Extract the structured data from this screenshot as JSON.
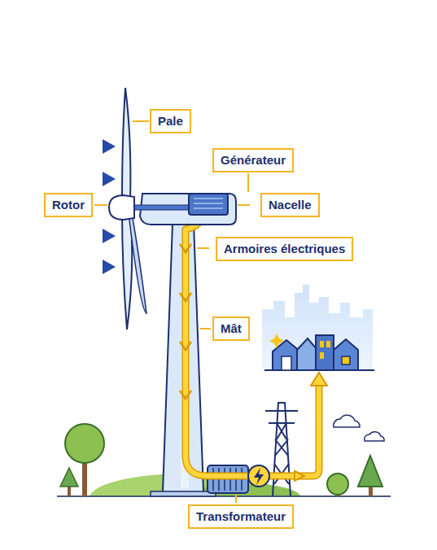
{
  "diagram": {
    "nodes": [
      {
        "text": [
          "Pale"
        ]
      },
      {
        "text": [
          "Générateur"
        ]
      },
      {
        "text": [
          "Rotor"
        ]
      },
      {
        "text": [
          "Nacelle"
        ]
      },
      {
        "text": [
          "Armoires électriques"
        ]
      },
      {
        "text": [
          "Mât"
        ]
      },
      {
        "text": [
          "Transformateur"
        ]
      }
    ]
  }
}
